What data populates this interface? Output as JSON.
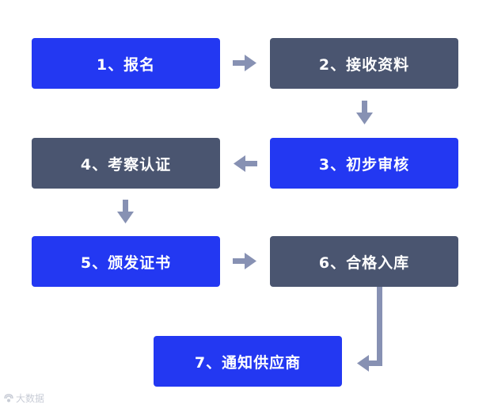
{
  "steps": [
    {
      "label": "1、报名",
      "color": "blue"
    },
    {
      "label": "2、接收资料",
      "color": "gray"
    },
    {
      "label": "3、初步审核",
      "color": "blue"
    },
    {
      "label": "4、考察认证",
      "color": "gray"
    },
    {
      "label": "5、颁发证书",
      "color": "blue"
    },
    {
      "label": "6、合格入库",
      "color": "gray"
    },
    {
      "label": "7、通知供应商",
      "color": "blue"
    }
  ],
  "colors": {
    "step_blue": "#2338f2",
    "step_gray": "#4a5570",
    "arrow": "#8791b3"
  },
  "watermark": {
    "text": "大数据"
  }
}
